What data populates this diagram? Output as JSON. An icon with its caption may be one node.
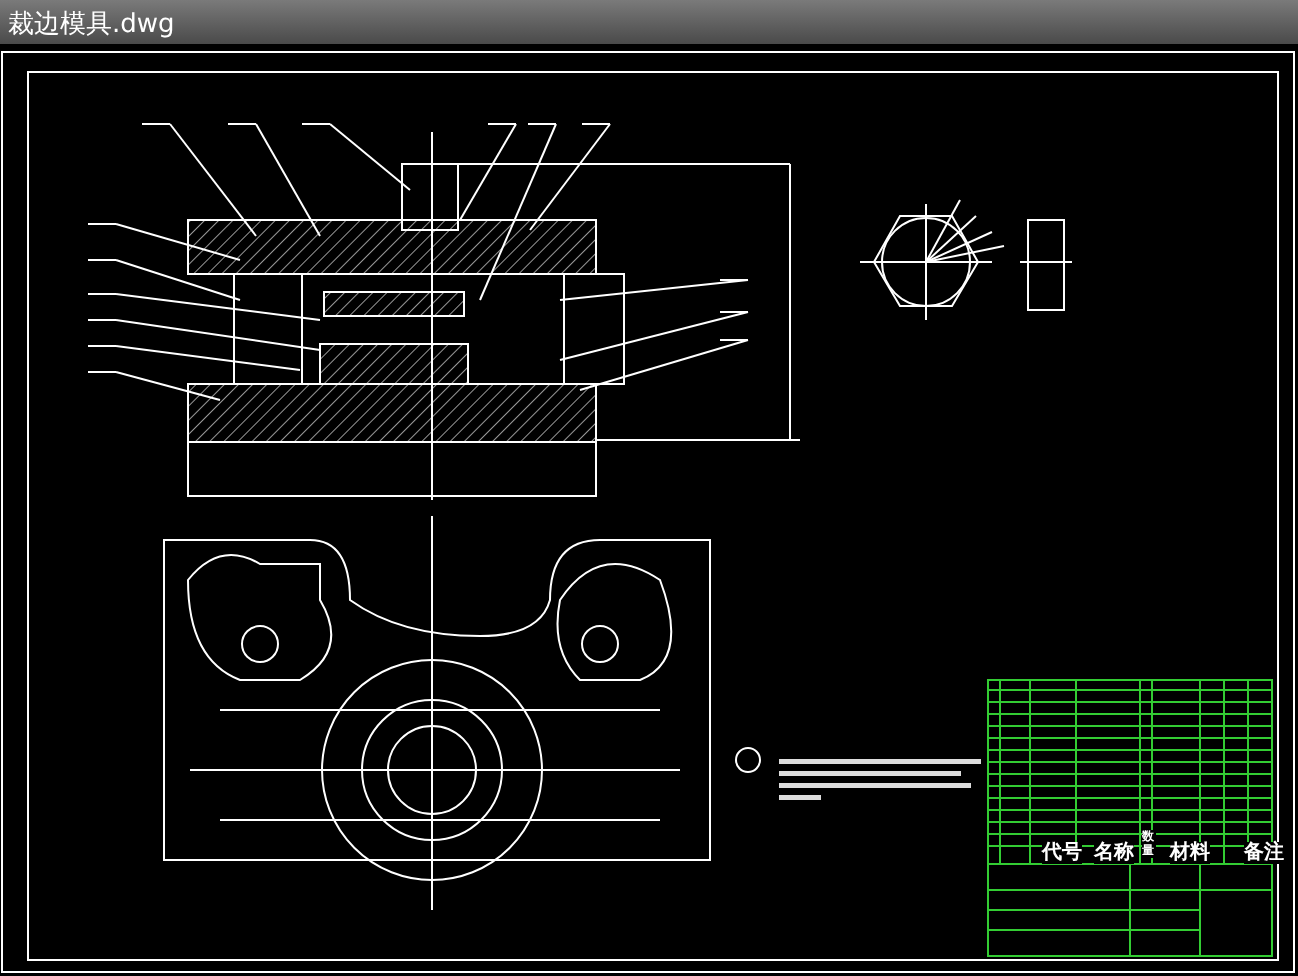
{
  "diagram": {
    "title": "裁边模具.dwg",
    "labels": [
      "代号",
      "名称",
      "数量",
      "材料",
      "备注"
    ]
  }
}
